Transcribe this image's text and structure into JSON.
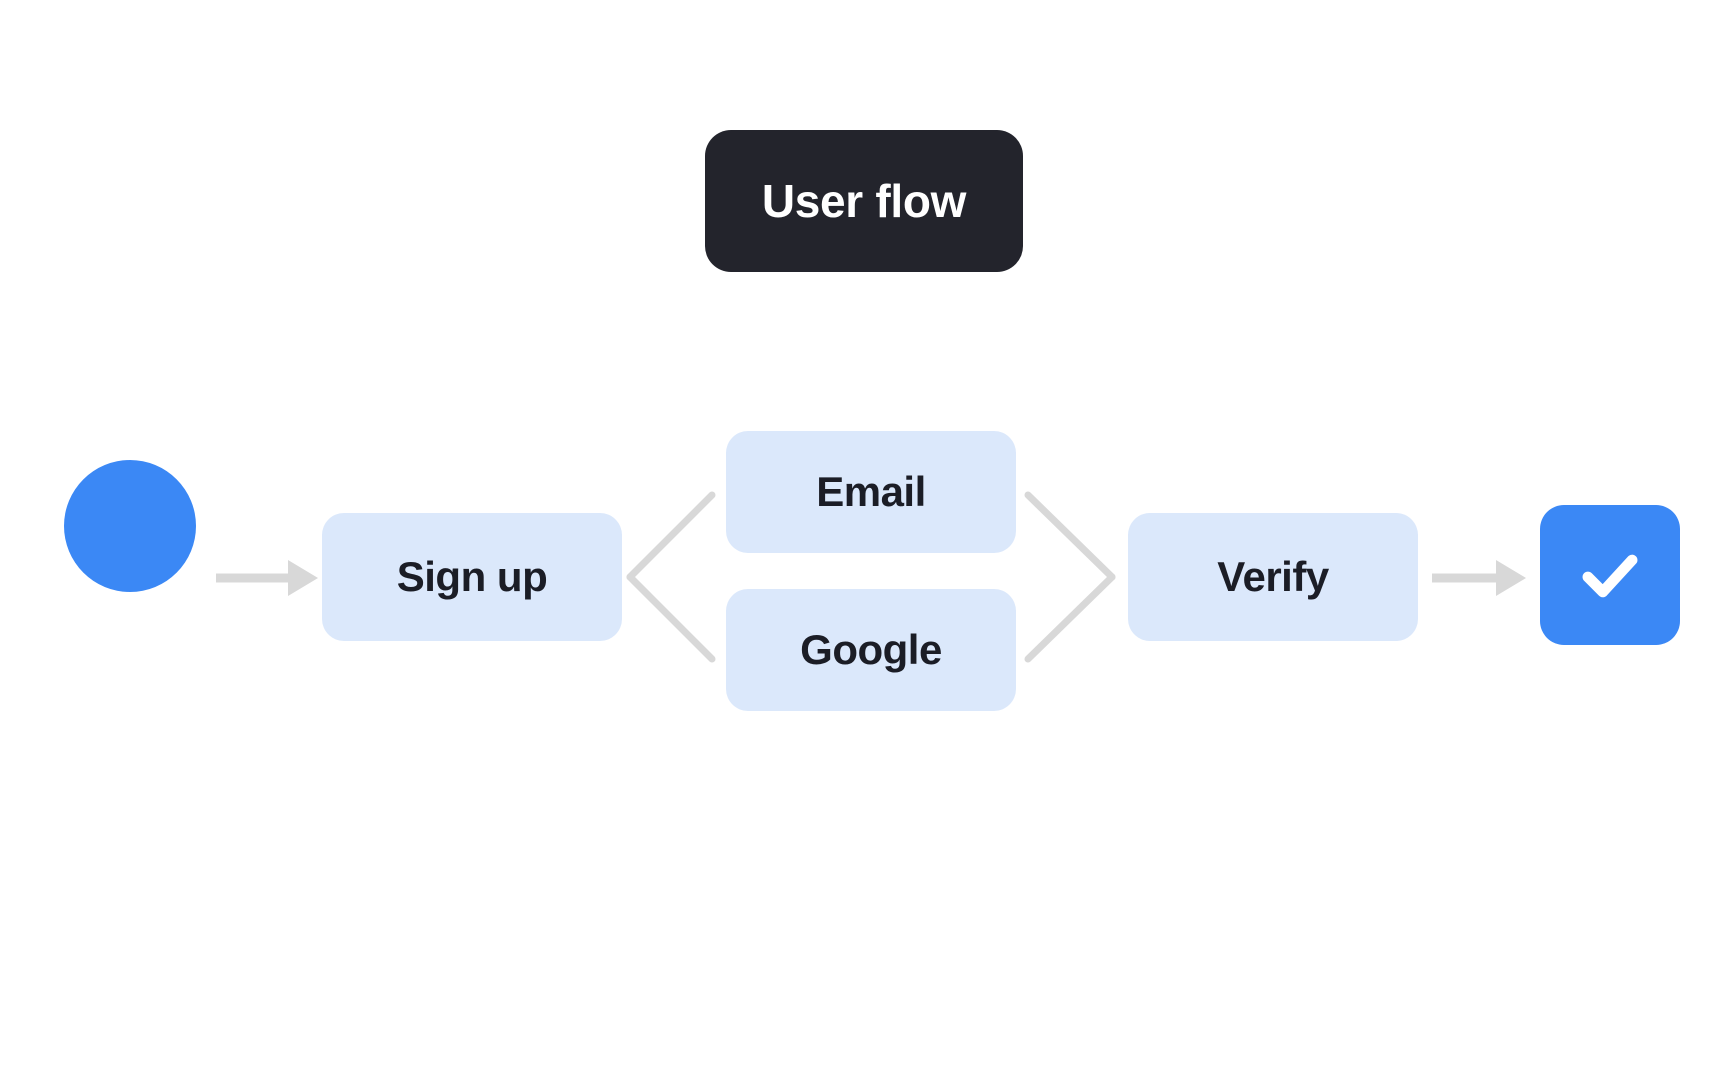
{
  "title_badge": {
    "label": "User flow",
    "background": "#23242c",
    "text_color": "#ffffff"
  },
  "colors": {
    "background": "#ffffff",
    "accent_blue": "#3b88f5",
    "node_fill": "#dbe8fb",
    "node_text": "#1b1d26",
    "connector_gray": "#d8d8d8"
  },
  "flow": {
    "start_node": {
      "name": "start-node",
      "shape": "circle",
      "label": "",
      "color": "#3b88f5"
    },
    "steps": [
      {
        "id": "signup",
        "label": "Sign up"
      },
      {
        "id": "email",
        "label": "Email"
      },
      {
        "id": "google",
        "label": "Google"
      },
      {
        "id": "verify",
        "label": "Verify"
      }
    ],
    "end_node": {
      "name": "end-node",
      "shape": "rounded-square",
      "icon": "check-icon",
      "color": "#3b88f5"
    },
    "connectors": [
      {
        "from": "start",
        "to": "signup",
        "type": "arrow"
      },
      {
        "from": "signup",
        "to": "email",
        "type": "branch-line"
      },
      {
        "from": "signup",
        "to": "google",
        "type": "branch-line"
      },
      {
        "from": "email",
        "to": "verify",
        "type": "merge-line"
      },
      {
        "from": "google",
        "to": "verify",
        "type": "merge-line"
      },
      {
        "from": "verify",
        "to": "end",
        "type": "arrow"
      }
    ]
  }
}
